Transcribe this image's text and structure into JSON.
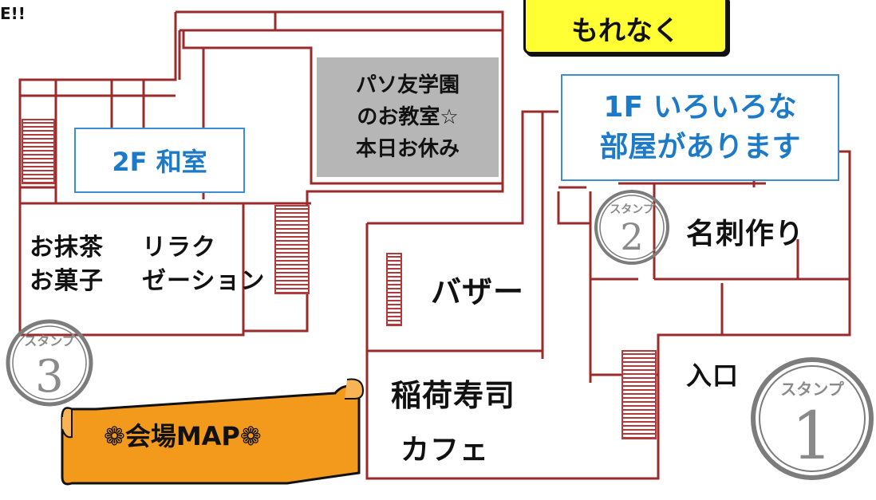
{
  "corner_text": "E!!",
  "banner_top": "もれなく",
  "labels": {
    "floor2": "2F 和室",
    "floor1_line1": "1F いろいろな",
    "floor1_line2": "部屋があります",
    "pasotomo_line1": "パソ友学園",
    "pasotomo_line2": "のお教室☆",
    "pasotomo_line3": "本日お休み"
  },
  "rooms": {
    "matcha_line1": "お抹茶",
    "matcha_line2": "お菓子",
    "relax_line1": "リラク",
    "relax_line2": "ゼーション",
    "bazaar": "バザー",
    "inari": "稲荷寿司",
    "cafe": "カフェ",
    "meishi": "名刺作り",
    "entrance": "入口"
  },
  "stamps": [
    {
      "kana": "スタンプ",
      "number": "1"
    },
    {
      "kana": "スタンプ",
      "number": "2"
    },
    {
      "kana": "スタンプ",
      "number": "3"
    }
  ],
  "scroll_banner": "❁会場MAP❁",
  "colors": {
    "wall": "#9b2b2b",
    "blue": "#1c7ac9",
    "orange": "#f39a1c",
    "yellow": "#ffff33",
    "gray": "#b6b6b6"
  }
}
